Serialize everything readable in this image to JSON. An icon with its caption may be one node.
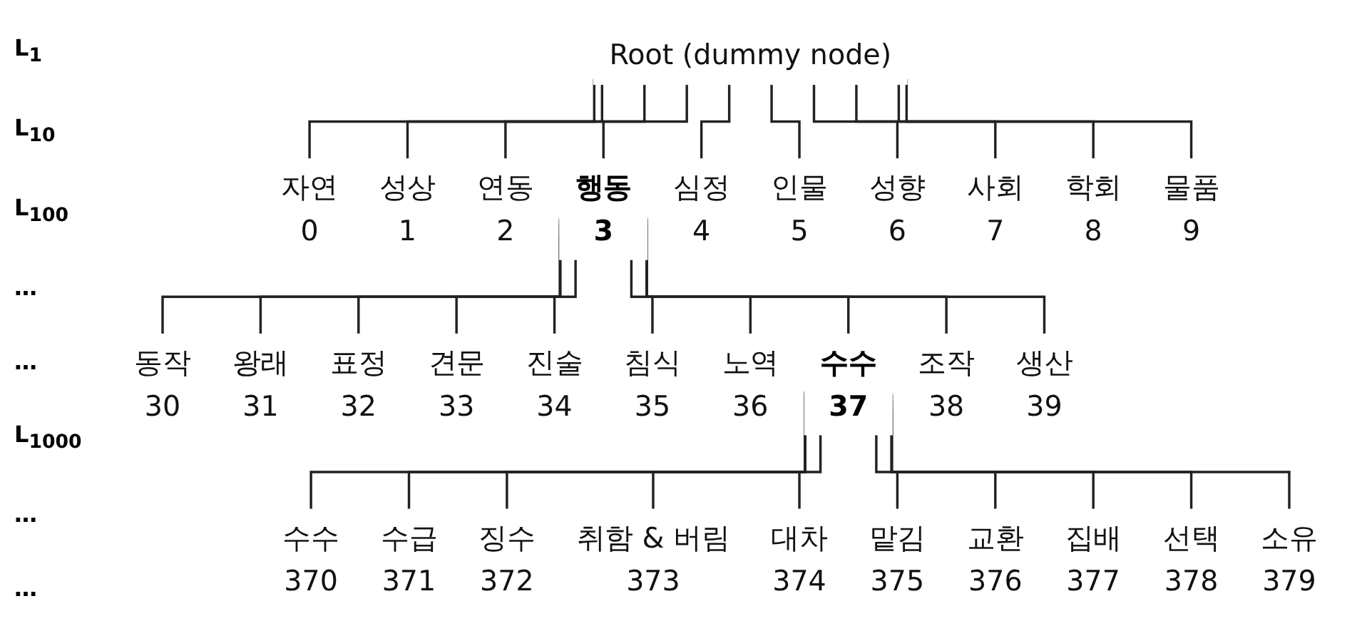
{
  "diagram": {
    "nodes": [
      {
        "text": [
          "Root (dummy node)"
        ]
      },
      {
        "text": [
          "자연",
          "0"
        ]
      },
      {
        "text": [
          "성상",
          "1"
        ]
      },
      {
        "text": [
          "연동",
          "2"
        ]
      },
      {
        "text": [
          "행동",
          "3"
        ]
      },
      {
        "text": [
          "심정",
          "4"
        ]
      },
      {
        "text": [
          "인물",
          "5"
        ]
      },
      {
        "text": [
          "성향",
          "6"
        ]
      },
      {
        "text": [
          "사회",
          "7"
        ]
      },
      {
        "text": [
          "학회",
          "8"
        ]
      },
      {
        "text": [
          "물품",
          "9"
        ]
      },
      {
        "text": [
          "동작",
          "30"
        ]
      },
      {
        "text": [
          "왕래",
          "31"
        ]
      },
      {
        "text": [
          "표정",
          "32"
        ]
      },
      {
        "text": [
          "견문",
          "33"
        ]
      },
      {
        "text": [
          "진술",
          "34"
        ]
      },
      {
        "text": [
          "침식",
          "35"
        ]
      },
      {
        "text": [
          "노역",
          "36"
        ]
      },
      {
        "text": [
          "수수",
          "37"
        ]
      },
      {
        "text": [
          "조작",
          "38"
        ]
      },
      {
        "text": [
          "생산",
          "39"
        ]
      },
      {
        "text": [
          "수수",
          "370"
        ]
      },
      {
        "text": [
          "수급",
          "371"
        ]
      },
      {
        "text": [
          "징수",
          "372"
        ]
      },
      {
        "text": [
          "취함 & 버림",
          "373"
        ]
      },
      {
        "text": [
          "대차",
          "374"
        ]
      },
      {
        "text": [
          "맡김",
          "375"
        ]
      },
      {
        "text": [
          "교환",
          "376"
        ]
      },
      {
        "text": [
          "집배",
          "377"
        ]
      },
      {
        "text": [
          "선택",
          "378"
        ]
      },
      {
        "text": [
          "소유",
          "379"
        ]
      }
    ],
    "edges": [
      {
        "from": 0,
        "to": 1,
        "arrow": "none"
      },
      {
        "from": 0,
        "to": 2,
        "arrow": "none"
      },
      {
        "from": 0,
        "to": 3,
        "arrow": "none"
      },
      {
        "from": 0,
        "to": 4,
        "arrow": "none"
      },
      {
        "from": 0,
        "to": 5,
        "arrow": "none"
      },
      {
        "from": 0,
        "to": 6,
        "arrow": "none"
      },
      {
        "from": 0,
        "to": 7,
        "arrow": "none"
      },
      {
        "from": 0,
        "to": 8,
        "arrow": "none"
      },
      {
        "from": 0,
        "to": 9,
        "arrow": "none"
      },
      {
        "from": 0,
        "to": 10,
        "arrow": "none"
      },
      {
        "from": 4,
        "to": 11,
        "arrow": "none"
      },
      {
        "from": 4,
        "to": 12,
        "arrow": "none"
      },
      {
        "from": 4,
        "to": 13,
        "arrow": "none"
      },
      {
        "from": 4,
        "to": 14,
        "arrow": "none"
      },
      {
        "from": 4,
        "to": 15,
        "arrow": "none"
      },
      {
        "from": 4,
        "to": 16,
        "arrow": "none"
      },
      {
        "from": 4,
        "to": 17,
        "arrow": "none"
      },
      {
        "from": 4,
        "to": 18,
        "arrow": "none"
      },
      {
        "from": 4,
        "to": 19,
        "arrow": "none"
      },
      {
        "from": 4,
        "to": 20,
        "arrow": "none"
      },
      {
        "from": 18,
        "to": 21,
        "arrow": "none"
      },
      {
        "from": 18,
        "to": 22,
        "arrow": "none"
      },
      {
        "from": 18,
        "to": 23,
        "arrow": "none"
      },
      {
        "from": 18,
        "to": 24,
        "arrow": "none"
      },
      {
        "from": 18,
        "to": 25,
        "arrow": "none"
      },
      {
        "from": 18,
        "to": 26,
        "arrow": "none"
      },
      {
        "from": 18,
        "to": 27,
        "arrow": "none"
      },
      {
        "from": 18,
        "to": 28,
        "arrow": "none"
      },
      {
        "from": 18,
        "to": 29,
        "arrow": "none"
      },
      {
        "from": 18,
        "to": 30,
        "arrow": "none"
      }
    ],
    "labels": [
      "L$_{1}$",
      "L$_{10}$",
      "L$_{100}$",
      "…",
      "…",
      "L$_{1000}$",
      "…",
      "…"
    ]
  }
}
